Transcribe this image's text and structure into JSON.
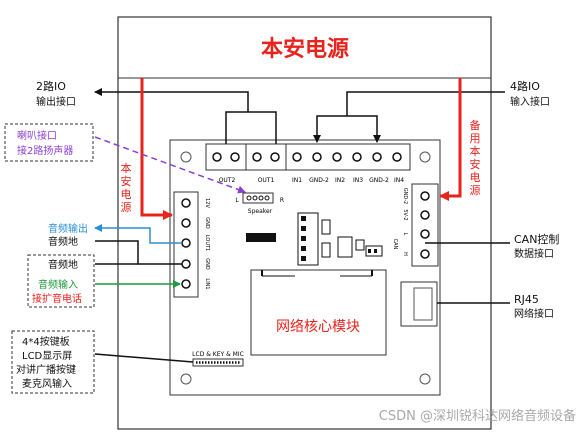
{
  "title": "本安电源",
  "module_label": "网络核心模块",
  "watermark": "CSDN @深圳锐科达网络音频设备",
  "labels": {
    "out2_line1": "2路IO",
    "out2_line2": "输出接口",
    "in4_line1": "4路IO",
    "in4_line2": "输入接口",
    "backup_power": [
      "备",
      "用",
      "本",
      "安",
      "电",
      "源"
    ],
    "main_power": [
      "本",
      "安",
      "电",
      "源"
    ],
    "speaker_box_line1": "喇叭接口",
    "speaker_box_line2": "接2路扬声器",
    "audio_out": "音频输出",
    "audio_gnd1": "音频地",
    "audio_gnd2": "音频地",
    "audio_in": "音频输入",
    "phone": "接扩音电话",
    "can_line1": "CAN控制",
    "can_line2": "数据接口",
    "rj45_line1": "RJ45",
    "rj45_line2": "网络接口",
    "kb_line1": "4*4按键板",
    "kb_line2": "LCD显示屏",
    "kb_line3": "对讲广播按键",
    "kb_line4": "麦克风输入"
  },
  "pcb": {
    "out2": "OUT2",
    "out1": "OUT1",
    "in1": "IN1",
    "gnd2a": "GND-2",
    "in2": "IN2",
    "in3": "IN3",
    "gnd2b": "GND-2",
    "in4": "IN4",
    "speaker": "Speaker",
    "spk_l": "L",
    "spk_r": "R",
    "v12": "12V",
    "gnd_a": "GND",
    "lout": "LOUT1",
    "gnd_b": "GND",
    "linin": "LIN1",
    "gnd2_r": "GND-2",
    "v5_2": "5V-2",
    "can_l": "L",
    "can_h": "H",
    "can": "CAN",
    "lcd": "LCD & KEY & MIC"
  },
  "colors": {
    "red": "#e8231c",
    "blue": "#2b8fd6",
    "green": "#1f9a3c",
    "purple": "#8b3fd3",
    "black": "#111111"
  }
}
